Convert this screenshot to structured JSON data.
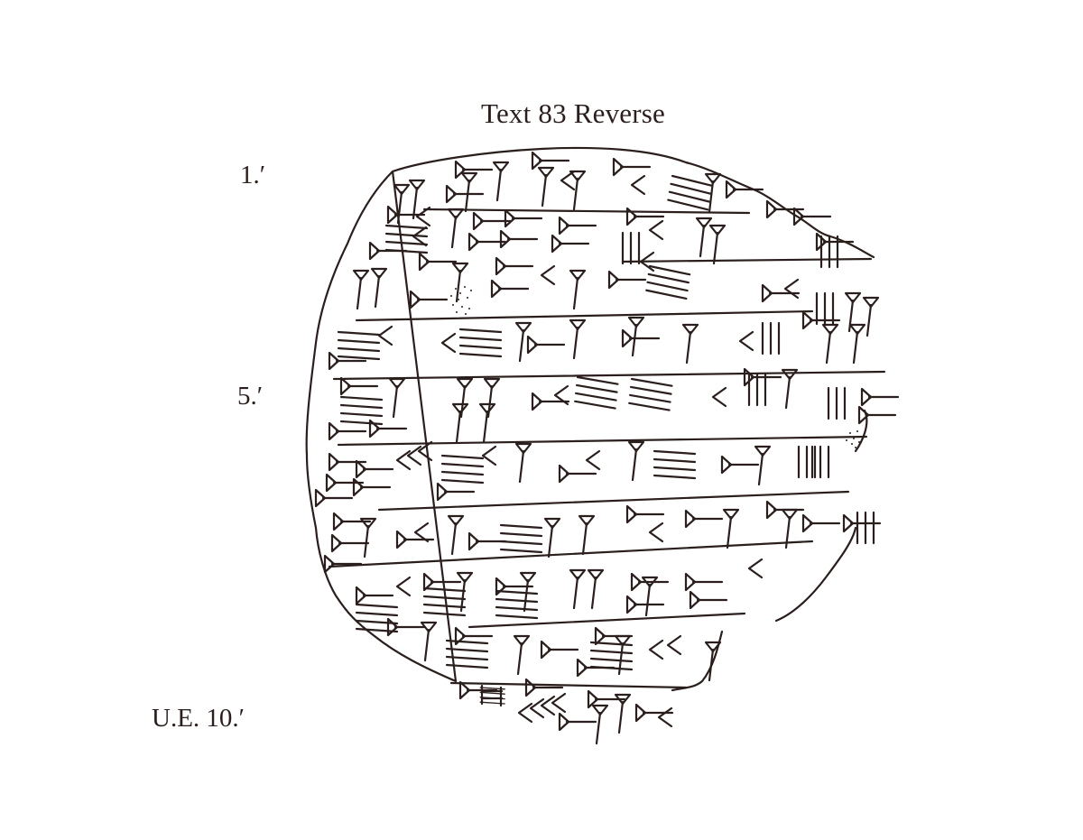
{
  "plate": {
    "title": "Text 83 Reverse",
    "line_labels": [
      {
        "id": "line-1",
        "text": "1.′"
      },
      {
        "id": "line-5",
        "text": "5.′"
      },
      {
        "id": "line-10-upper-edge",
        "text": "U.E. 10.′"
      }
    ],
    "drawing": {
      "subject": "cuneiform-tablet-hand-copy",
      "side": "reverse",
      "ink_color": "#2a1f1c",
      "background_color": "#ffffff",
      "damaged_areas": 2
    }
  }
}
